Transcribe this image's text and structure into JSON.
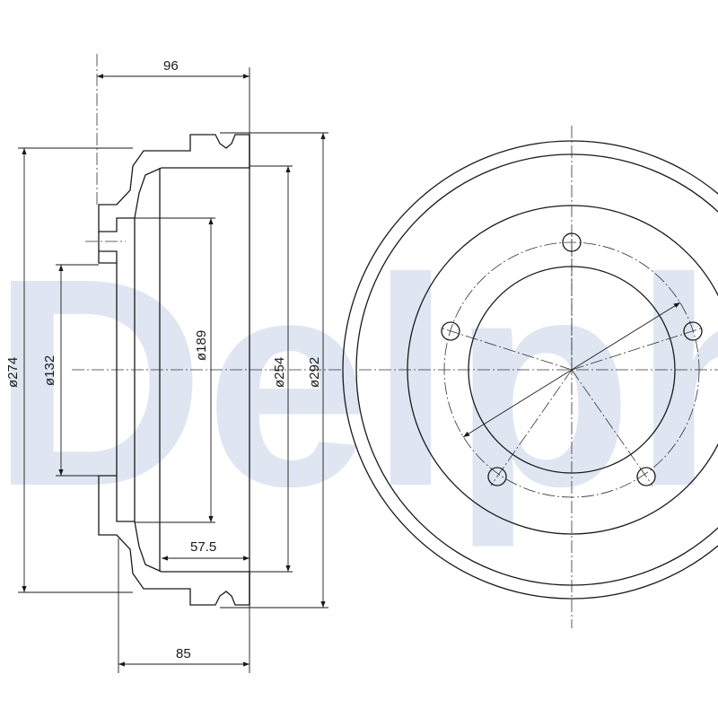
{
  "watermark": "Delphi",
  "colors": {
    "watermark": "#dfe6f2",
    "line": "#1a1a1a",
    "background": "#ffffff"
  },
  "dimensions": {
    "overall_width": "96",
    "flange_depth": "85",
    "drum_depth": "57.5",
    "d_outer_flange": "ø274",
    "d_center_bore": "ø132",
    "d_hub": "ø189",
    "d_braking": "ø254",
    "d_outer": "ø292"
  },
  "front_view": {
    "bolt_holes": 5
  }
}
